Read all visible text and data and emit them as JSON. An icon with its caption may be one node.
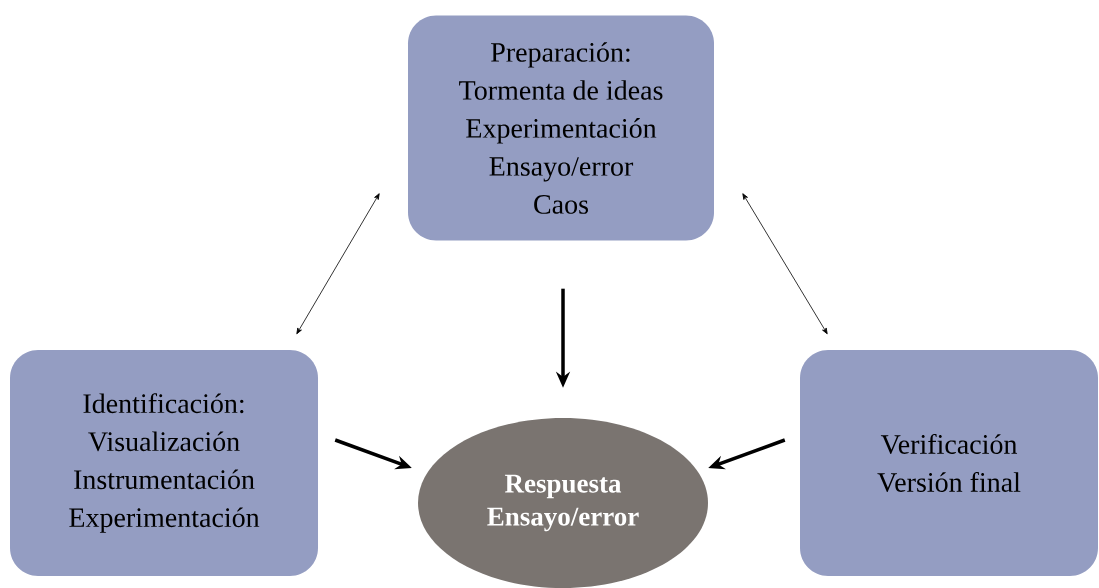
{
  "diagram": {
    "nodes": [
      {
        "text": [
          "Preparación:",
          "Tormenta de ideas",
          "Experimentación",
          "Ensayo/error",
          "Caos"
        ]
      },
      {
        "text": [
          "Identificación:",
          "Visualización",
          "Instrumentación",
          "Experimentación"
        ]
      },
      {
        "text": [
          "Respuesta",
          "Ensayo/error"
        ]
      },
      {
        "text": [
          "Verificación",
          "Versión final"
        ]
      }
    ],
    "edges": [
      {
        "from": 0,
        "to": 1,
        "arrow": "both"
      },
      {
        "from": 0,
        "to": 3,
        "arrow": "both"
      },
      {
        "from": 0,
        "to": 2,
        "arrow": "to"
      },
      {
        "from": 1,
        "to": 2,
        "arrow": "to"
      },
      {
        "from": 3,
        "to": 2,
        "arrow": "to"
      }
    ]
  }
}
